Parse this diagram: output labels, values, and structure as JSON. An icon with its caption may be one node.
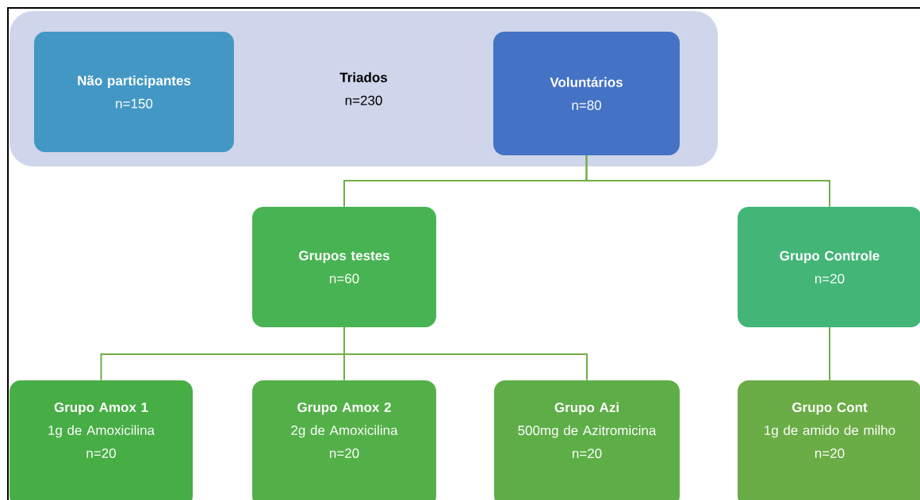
{
  "diagram": {
    "nodes": [
      {
        "text": [
          "Triados",
          "n=230"
        ]
      },
      {
        "text": [
          "Não participantes",
          "n=150"
        ],
        "in": 0
      },
      {
        "text": [
          "Voluntários",
          "n=80"
        ],
        "in": 0
      },
      {
        "text": [
          "Grupos testes",
          "n=60"
        ]
      },
      {
        "text": [
          "Grupo Controle",
          "n=20"
        ]
      },
      {
        "text": [
          "Grupo Amox 1",
          "1g de Amoxicilina",
          "n=20"
        ]
      },
      {
        "text": [
          "Grupo Amox 2",
          "2g de Amoxicilina",
          "n=20"
        ]
      },
      {
        "text": [
          "Grupo Azi",
          "500mg de Azitromicina",
          "n=20"
        ]
      },
      {
        "text": [
          "Grupo Cont",
          "1g de amido de milho",
          "n=20"
        ]
      }
    ],
    "edges": [
      {
        "from": 2,
        "to": 3,
        "arrow": "none"
      },
      {
        "from": 2,
        "to": 4,
        "arrow": "none"
      },
      {
        "from": 3,
        "to": 5,
        "arrow": "none"
      },
      {
        "from": 3,
        "to": 6,
        "arrow": "none"
      },
      {
        "from": 3,
        "to": 7,
        "arrow": "none"
      },
      {
        "from": 4,
        "to": 8,
        "arrow": "none"
      }
    ]
  }
}
